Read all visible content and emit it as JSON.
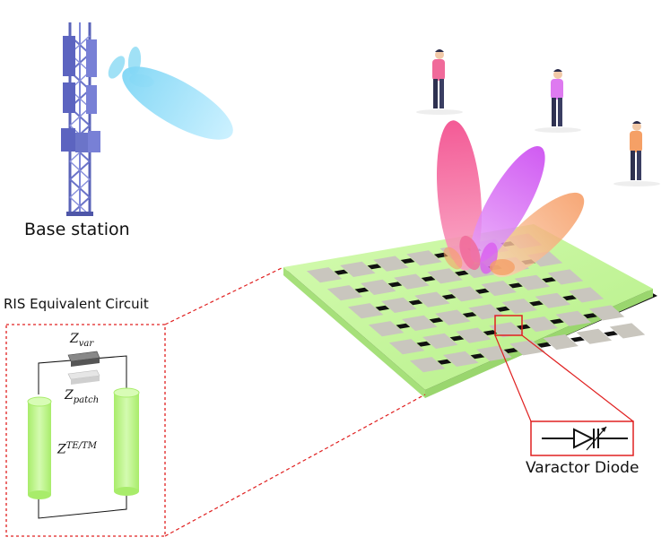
{
  "labels": {
    "base_station": "Base station",
    "ris_circuit": "RIS Equivalent Circuit",
    "varactor": "Varactor Diode"
  },
  "circuit": {
    "z_var_base": "Z",
    "z_var_sub": "var",
    "z_patch_base": "Z",
    "z_patch_sub": "patch",
    "z_te_base": "Z",
    "z_te_sup": "TE/TM"
  },
  "colors": {
    "tower": "#6b74c9",
    "base_beam": "#8fdcf5",
    "board_top": "#c4f59a",
    "board_side": "#a6e07a",
    "patch": "#c9c6be",
    "diode": "#111111",
    "beam_pink": "#f0508c",
    "beam_magenta": "#d24cf0",
    "beam_orange": "#f5a066",
    "dashed_frame": "#e02020",
    "cylinder": "#b8f07c"
  },
  "icons": [
    "cell-tower-icon",
    "person-icon",
    "varactor-diode-icon"
  ]
}
